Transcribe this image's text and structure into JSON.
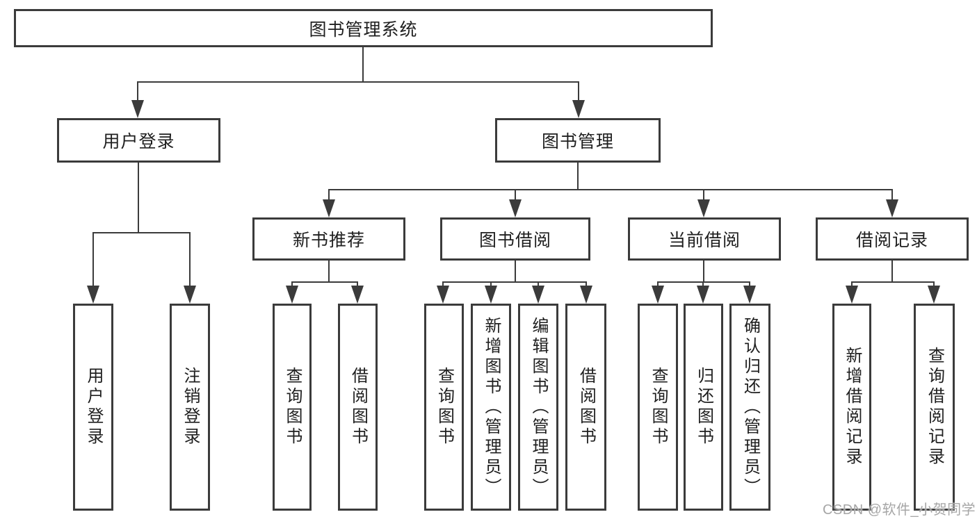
{
  "diagram": {
    "root": {
      "label": "图书管理系统"
    },
    "branches": {
      "user_login": {
        "label": "用户登录"
      },
      "book_management": {
        "label": "图书管理"
      }
    },
    "user_login_children": {
      "login": "用户登录",
      "logout": "注销登录"
    },
    "modules": {
      "new_book": {
        "label": "新书推荐"
      },
      "book_borrow": {
        "label": "图书借阅"
      },
      "current_borrow": {
        "label": "当前借阅"
      },
      "borrow_records": {
        "label": "借阅记录"
      }
    },
    "new_book_children": {
      "query": "查询图书",
      "borrow": "借阅图书"
    },
    "book_borrow_children": {
      "query": "查询图书",
      "add": "新增图书（管理员）",
      "edit": "编辑图书（管理员）",
      "borrow": "借阅图书"
    },
    "current_borrow_children": {
      "query": "查询图书",
      "return": "归还图书",
      "confirm": "确认归还（管理员）"
    },
    "borrow_records_children": {
      "add": "新增借阅记录",
      "query": "查询借阅记录"
    }
  },
  "colors": {
    "stroke": "#3b3b3b",
    "text": "#1f1f1f",
    "watermark_gray": "#a6a6a6",
    "background": "#ffffff"
  },
  "watermark": {
    "text": "CSDN @软件_小贺同学"
  }
}
